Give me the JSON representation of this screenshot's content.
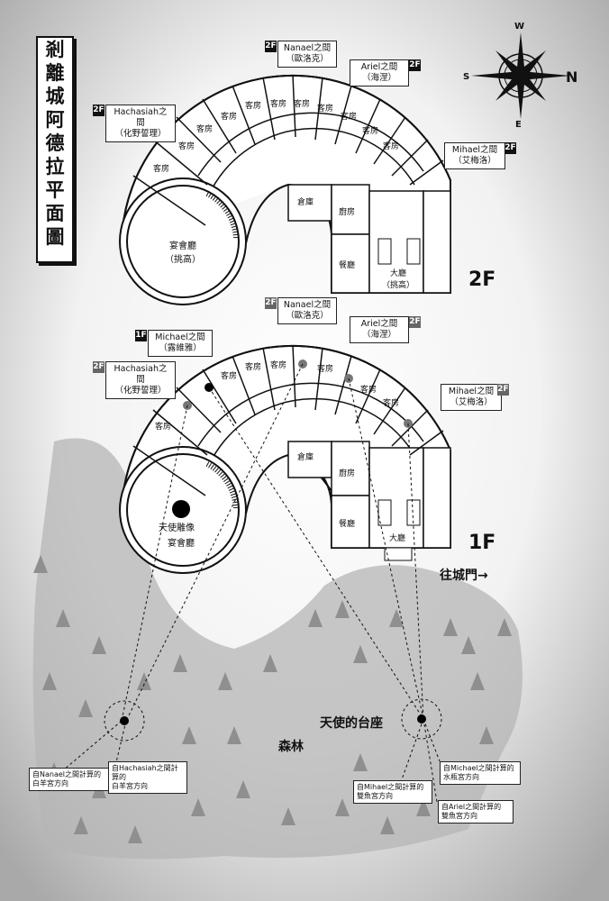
{
  "title_chars": [
    "剎",
    "離",
    "城",
    "阿",
    "德",
    "拉",
    "平",
    "面",
    "圖"
  ],
  "compass": {
    "n": "N",
    "s": "S",
    "e": "E",
    "w": "W"
  },
  "floor2": {
    "floor_label": "2F",
    "room_guest": "客房",
    "room_storage": "倉庫",
    "room_kitchen": "廚房",
    "room_dining": "餐廳",
    "hall_name": "大廳",
    "hall_sub": "（挑高）",
    "banquet_name": "宴會廳",
    "banquet_sub": "（挑高）",
    "rooms": {
      "nanael": {
        "name": "Nanael之間",
        "sub": "（歐洛克）",
        "tag": "2F"
      },
      "ariel": {
        "name": "Ariel之間",
        "sub": "（海涅）",
        "tag": "2F"
      },
      "hachasiah": {
        "name": "Hachasiah之間",
        "sub": "（化野誓理）",
        "tag": "2F"
      },
      "mihael": {
        "name": "Mihael之間",
        "sub": "（艾梅洛）",
        "tag": "2F"
      }
    }
  },
  "floor1": {
    "floor_label": "1F",
    "room_guest": "客房",
    "room_storage": "倉庫",
    "room_kitchen": "廚房",
    "room_dining": "餐廳",
    "hall_name": "大廳",
    "banquet_name": "宴會廳",
    "statue": "天使雕像",
    "rooms": {
      "nanael": {
        "name": "Nanael之間",
        "sub": "（歐洛克）",
        "tag": "2F"
      },
      "michael": {
        "name": "Michael之間",
        "sub": "（露維雅）",
        "tag": "1F"
      },
      "ariel": {
        "name": "Ariel之間",
        "sub": "（海涅）",
        "tag": "2F"
      },
      "hachasiah": {
        "name": "Hachasiah之間",
        "sub": "（化野誓理）",
        "tag": "2F"
      },
      "mihael": {
        "name": "Mihael之間",
        "sub": "（艾梅洛）",
        "tag": "2F"
      }
    }
  },
  "to_gate": "往城門→",
  "forest": "森林",
  "angel_platform": "天使的台座",
  "annotations": {
    "nanael": "自Nanael之間計算的\n白羊宮方向",
    "hachasiah": "自Hachasiah之間計算的\n白羊宮方向",
    "michael": "自Michael之間計算的\n水瓶宮方向",
    "mihael": "自Mihael之間計算的\n雙魚宮方向",
    "ariel": "自Ariel之間計算的\n雙魚宮方向"
  }
}
